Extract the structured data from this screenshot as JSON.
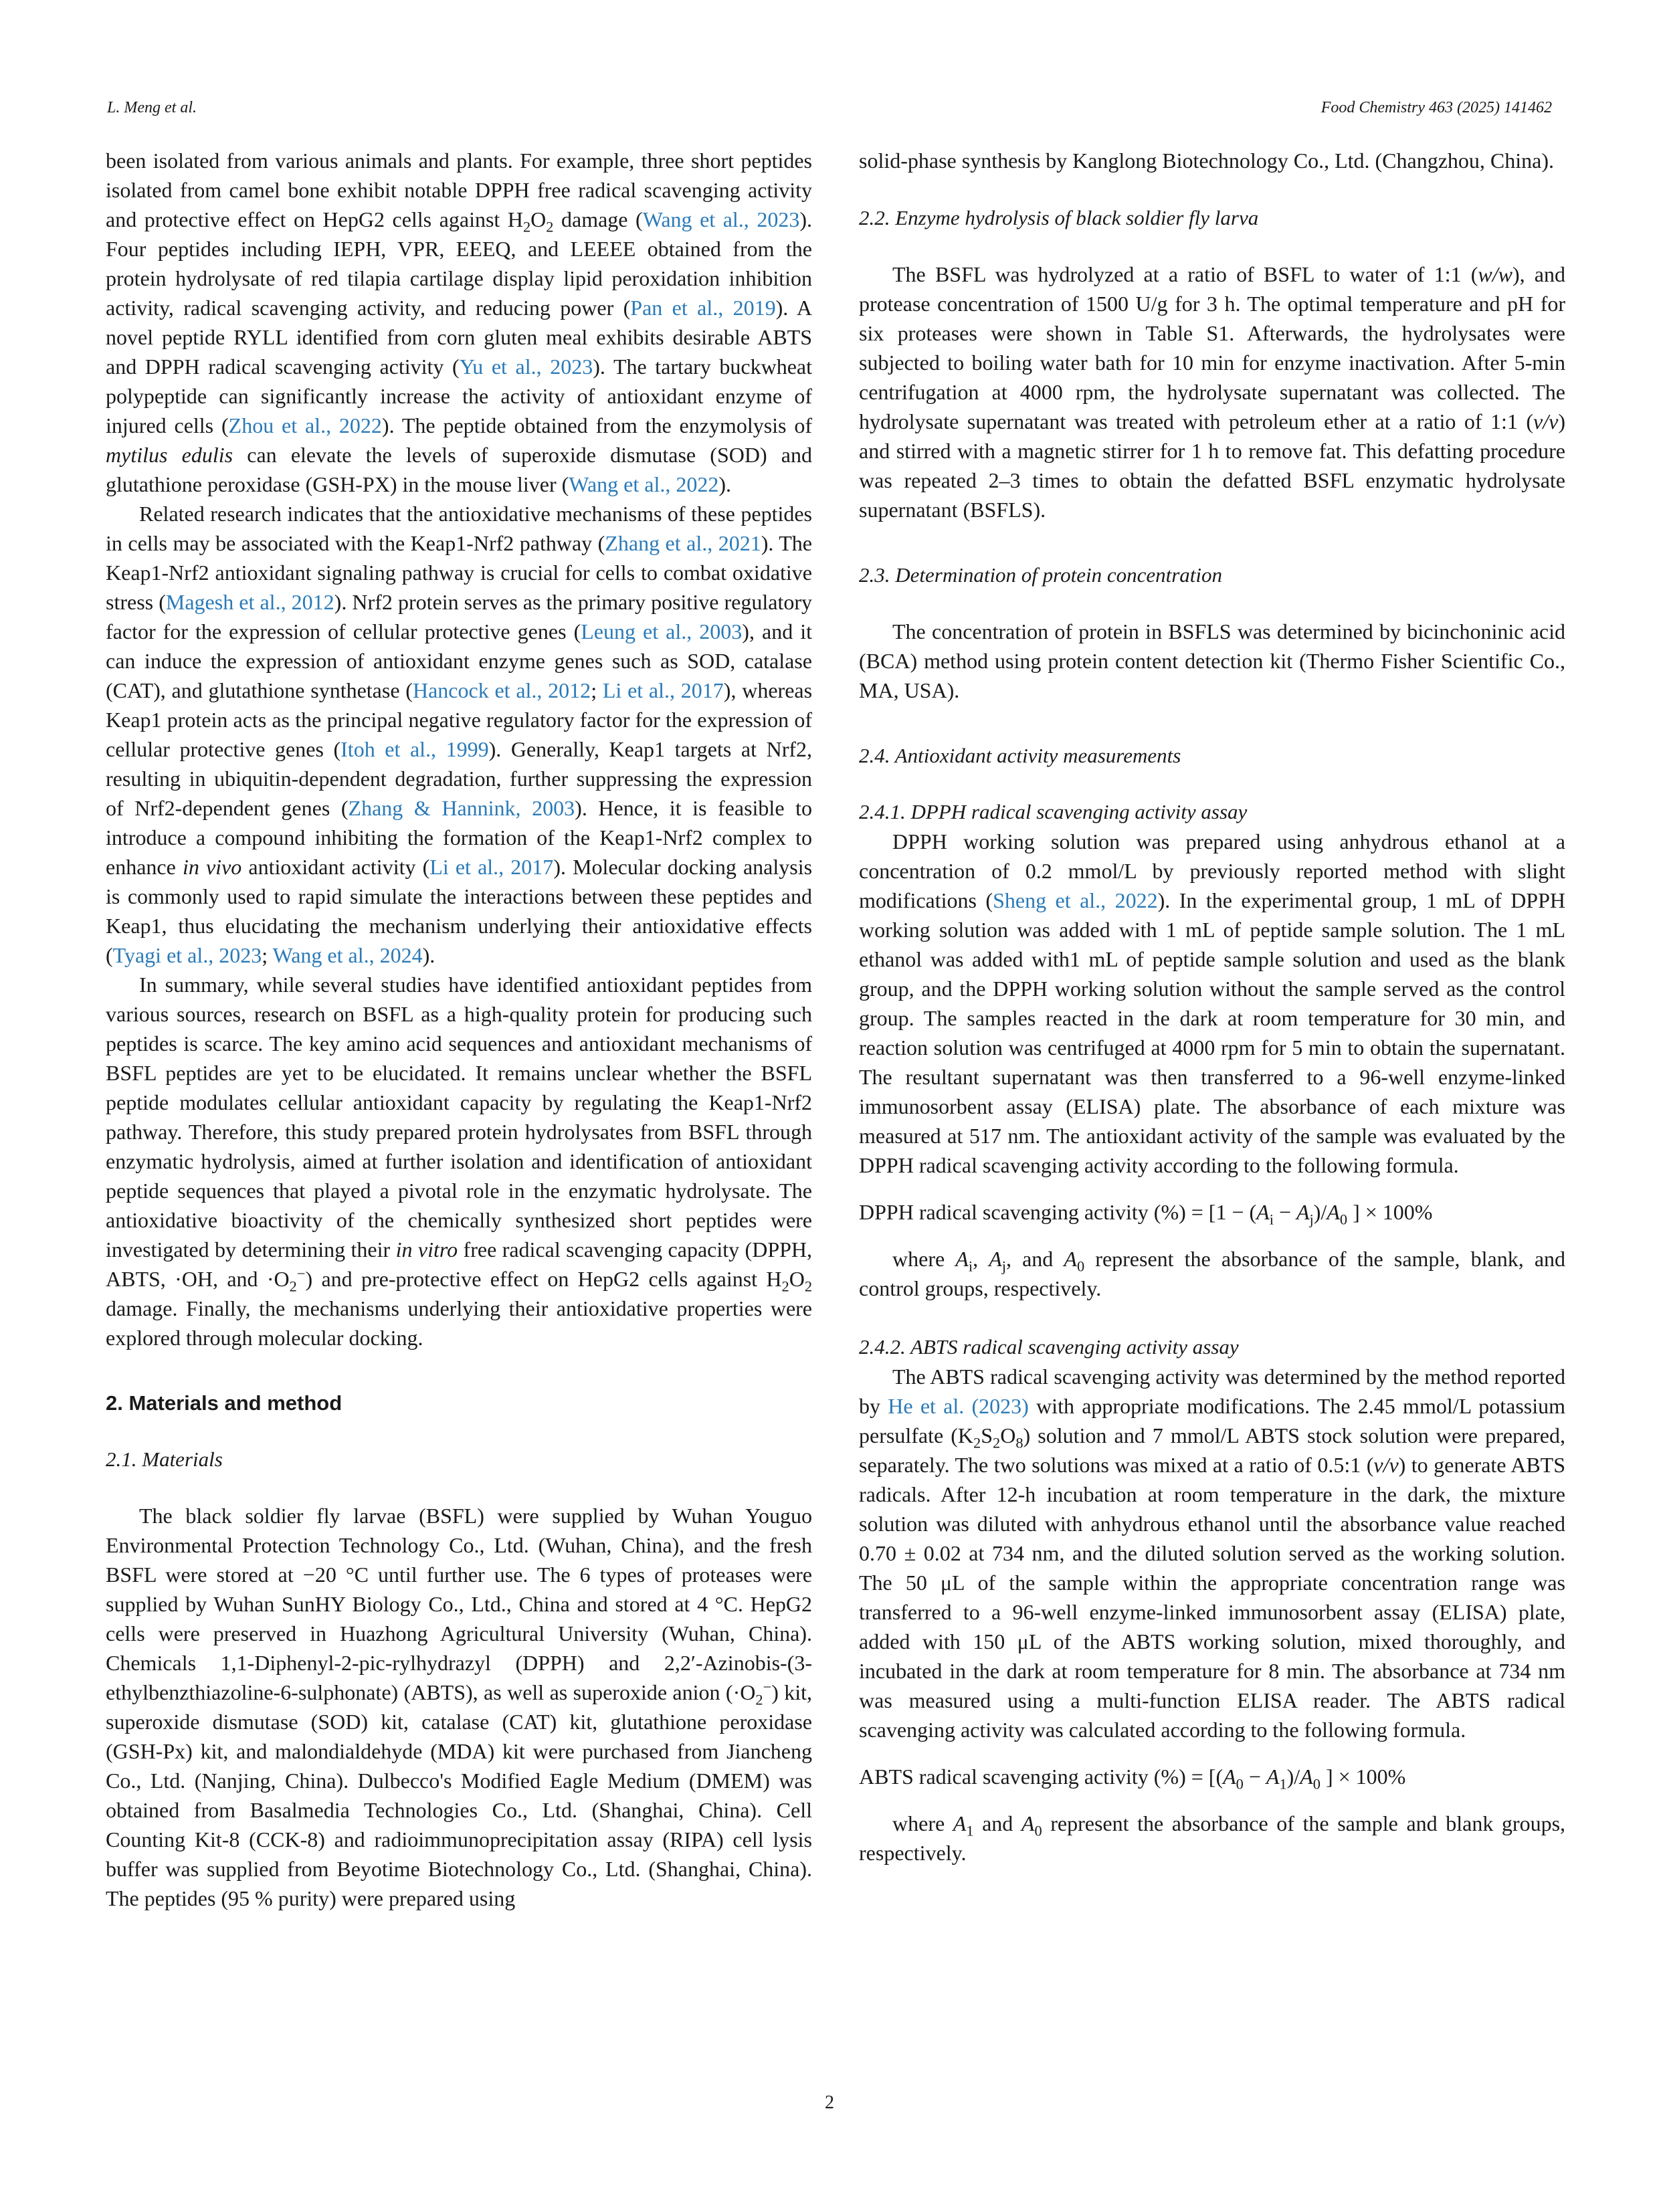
{
  "header": {
    "authors": "L. Meng et al.",
    "journal": "Food Chemistry 463 (2025) 141462"
  },
  "page_number": "2",
  "left": {
    "p1": [
      "been isolated from various animals and plants. For example, three short peptides isolated from camel bone exhibit notable DPPH free radical scavenging activity and protective effect on HepG2 cells against H",
      "2",
      "O",
      "2",
      " damage (",
      "Wang et al., 2023",
      "). Four peptides including IEPH, VPR, EEEQ, and LEEEE obtained from the protein hydrolysate of red tilapia cartilage display lipid peroxidation inhibition activity, radical scavenging activity, and reducing power (",
      "Pan et al., 2019",
      "). A novel peptide RYLL identified from corn gluten meal exhibits desirable ABTS and DPPH radical scavenging activity (",
      "Yu et al., 2023",
      "). The tartary buckwheat polypeptide can significantly increase the activity of antioxidant enzyme of injured cells (",
      "Zhou et al., 2022",
      "). The peptide obtained from the enzymolysis of ",
      "mytilus edulis",
      " can elevate the levels of superoxide dismutase (SOD) and glutathione peroxidase (GSH-PX) in the mouse liver (",
      "Wang et al., 2022",
      ")."
    ],
    "p2": [
      "Related research indicates that the antioxidative mechanisms of these peptides in cells may be associated with the Keap1-Nrf2 pathway (",
      "Zhang et al., 2021",
      "). The Keap1-Nrf2 antioxidant signaling pathway is crucial for cells to combat oxidative stress (",
      "Magesh et al., 2012",
      "). Nrf2 protein serves as the primary positive regulatory factor for the expression of cellular protective genes (",
      "Leung et al., 2003",
      "), and it can induce the expression of antioxidant enzyme genes such as SOD, catalase (CAT), and glutathione synthetase (",
      "Hancock et al., 2012",
      "; ",
      "Li et al., 2017",
      "), whereas Keap1 protein acts as the principal negative regulatory factor for the expression of cellular protective genes (",
      "Itoh et al., 1999",
      "). Generally, Keap1 targets at Nrf2, resulting in ubiquitin-dependent degradation, further suppressing the expression of Nrf2-dependent genes (",
      "Zhang & Hannink, 2003",
      "). Hence, it is feasible to introduce a compound inhibiting the formation of the Keap1-Nrf2 complex to enhance ",
      "in vivo",
      " antioxidant activity (",
      "Li et al., 2017",
      "). Molecular docking analysis is commonly used to rapid simulate the interactions between these peptides and Keap1, thus elucidating the mechanism underlying their antioxidative effects (",
      "Tyagi et al., 2023",
      "; ",
      "Wang et al., 2024",
      ")."
    ],
    "p3": [
      "In summary, while several studies have identified antioxidant peptides from various sources, research on BSFL as a high-quality protein for producing such peptides is scarce. The key amino acid sequences and antioxidant mechanisms of BSFL peptides are yet to be elucidated. It remains unclear whether the BSFL peptide modulates cellular antioxidant capacity by regulating the Keap1-Nrf2 pathway. Therefore, this study prepared protein hydrolysates from BSFL through enzymatic hydrolysis, aimed at further isolation and identification of antioxidant peptide sequences that played a pivotal role in the enzymatic hydrolysate. The antioxidative bioactivity of the chemically synthesized short peptides were investigated by determining their ",
      "in vitro",
      " free radical scavenging capacity (DPPH, ABTS, ·OH, and ·O",
      "2",
      "−",
      ") and pre-protective effect on HepG2 cells against H",
      "2",
      "O",
      "2",
      " damage. Finally, the mechanisms underlying their antioxidative properties were explored through molecular docking."
    ],
    "h_materials_method": "2. Materials and method",
    "h_materials": "2.1. Materials",
    "p4": [
      "The black soldier fly larvae (BSFL) were supplied by Wuhan Youguo Environmental Protection Technology Co., Ltd. (Wuhan, China), and the fresh BSFL were stored at −20 °C until further use. The 6 types of proteases were supplied by Wuhan SunHY Biology Co., Ltd., China and stored at 4 °C. HepG2 cells were preserved in Huazhong Agricultural University (Wuhan, China). Chemicals 1,1-Diphenyl-2-pic-rylhydrazyl (DPPH) and 2,2′-Azinobis-(3-ethylbenzthiazoline-6-sulphonate) (ABTS), as well as superoxide anion (·O",
      "2",
      "−",
      ") kit, superoxide dismutase (SOD) kit, catalase (CAT) kit, glutathione peroxidase (GSH-Px) kit, and malondialdehyde (MDA) kit were purchased from Jiancheng Co., Ltd. (Nanjing, China). Dulbecco's Modified Eagle Medium (DMEM) was obtained from Basalmedia Technologies Co., Ltd. (Shanghai, China). Cell Counting Kit-8 (CCK-8) and radioimmunoprecipitation assay (RIPA) cell lysis buffer was supplied from Beyotime Biotechnology Co., Ltd. (Shanghai, China). The peptides (95 % purity) were prepared using"
    ]
  },
  "right": {
    "p1": "solid-phase synthesis by Kanglong Biotechnology Co., Ltd. (Changzhou, China).",
    "h_hydrolysis": "2.2. Enzyme hydrolysis of black soldier fly larva",
    "p2": [
      "The BSFL was hydrolyzed at a ratio of BSFL to water of 1:1 (",
      "w/w",
      "), and protease concentration of 1500 U/g for 3 h. The optimal temperature and pH for six proteases were shown in Table S1. Afterwards, the hydrolysates were subjected to boiling water bath for 10 min for enzyme inactivation. After 5-min centrifugation at 4000 rpm, the hydrolysate supernatant was collected. The hydrolysate supernatant was treated with petroleum ether at a ratio of 1:1 (",
      "v/v",
      ") and stirred with a magnetic stirrer for 1 h to remove fat. This defatting procedure was repeated 2–3 times to obtain the defatted BSFL enzymatic hydrolysate supernatant (BSFLS)."
    ],
    "h_protein": "2.3. Determination of protein concentration",
    "p3": "The concentration of protein in BSFLS was determined by bicinchoninic acid (BCA) method using protein content detection kit (Thermo Fisher Scientific Co., MA, USA).",
    "h_antioxidant": "2.4. Antioxidant activity measurements",
    "h_dpph": "2.4.1. DPPH radical scavenging activity assay",
    "p4": [
      "DPPH working solution was prepared using anhydrous ethanol at a concentration of 0.2 mmol/L by previously reported method with slight modifications (",
      "Sheng et al., 2022",
      "). In the experimental group, 1 mL of DPPH working solution was added with 1 mL of peptide sample solution. The 1 mL ethanol was added with1 mL of peptide sample solution and used as the blank group, and the DPPH working solution without the sample served as the control group. The samples reacted in the dark at room temperature for 30 min, and reaction solution was centrifuged at 4000 rpm for 5 min to obtain the supernatant. The resultant supernatant was then transferred to a 96-well enzyme-linked immunosorbent assay (ELISA) plate. The absorbance of each mixture was measured at 517 nm. The antioxidant activity of the sample was evaluated by the DPPH radical scavenging activity according to the following formula."
    ],
    "formula1": [
      "DPPH radical scavenging activity (%) = [1 − (",
      "A",
      "i",
      " − ",
      "A",
      "j",
      ")/",
      "A",
      "0",
      " ] × 100%"
    ],
    "p5": [
      "where ",
      "A",
      "i",
      ", ",
      "A",
      "j",
      ", and ",
      "A",
      "0",
      " represent the absorbance of the sample, blank, and control groups, respectively."
    ],
    "h_abts": "2.4.2. ABTS radical scavenging activity assay",
    "p6": [
      "The ABTS radical scavenging activity was determined by the method reported by ",
      "He et al. (2023)",
      " with appropriate modifications. The 2.45 mmol/L potassium persulfate (K",
      "2",
      "S",
      "2",
      "O",
      "8",
      ") solution and 7 mmol/L ABTS stock solution were prepared, separately. The two solutions was mixed at a ratio of 0.5:1 (",
      "v/v",
      ") to generate ABTS radicals. After 12-h incubation at room temperature in the dark, the mixture solution was diluted with anhydrous ethanol until the absorbance value reached 0.70 ± 0.02 at 734 nm, and the diluted solution served as the working solution. The 50 μL of the sample within the appropriate concentration range was transferred to a 96-well enzyme-linked immunosorbent assay (ELISA) plate, added with 150 μL of the ABTS working solution, mixed thoroughly, and incubated in the dark at room temperature for 8 min. The absorbance at 734 nm was measured using a multi-function ELISA reader. The ABTS radical scavenging activity was calculated according to the following formula."
    ],
    "formula2": [
      "ABTS radical scavenging activity (%) = [(",
      "A",
      "0",
      " − ",
      "A",
      "1",
      ")/",
      "A",
      "0",
      " ] × 100%"
    ],
    "p7": [
      "where ",
      "A",
      "1",
      " and ",
      "A",
      "0",
      " represent the absorbance of the sample and blank groups, respectively."
    ]
  }
}
